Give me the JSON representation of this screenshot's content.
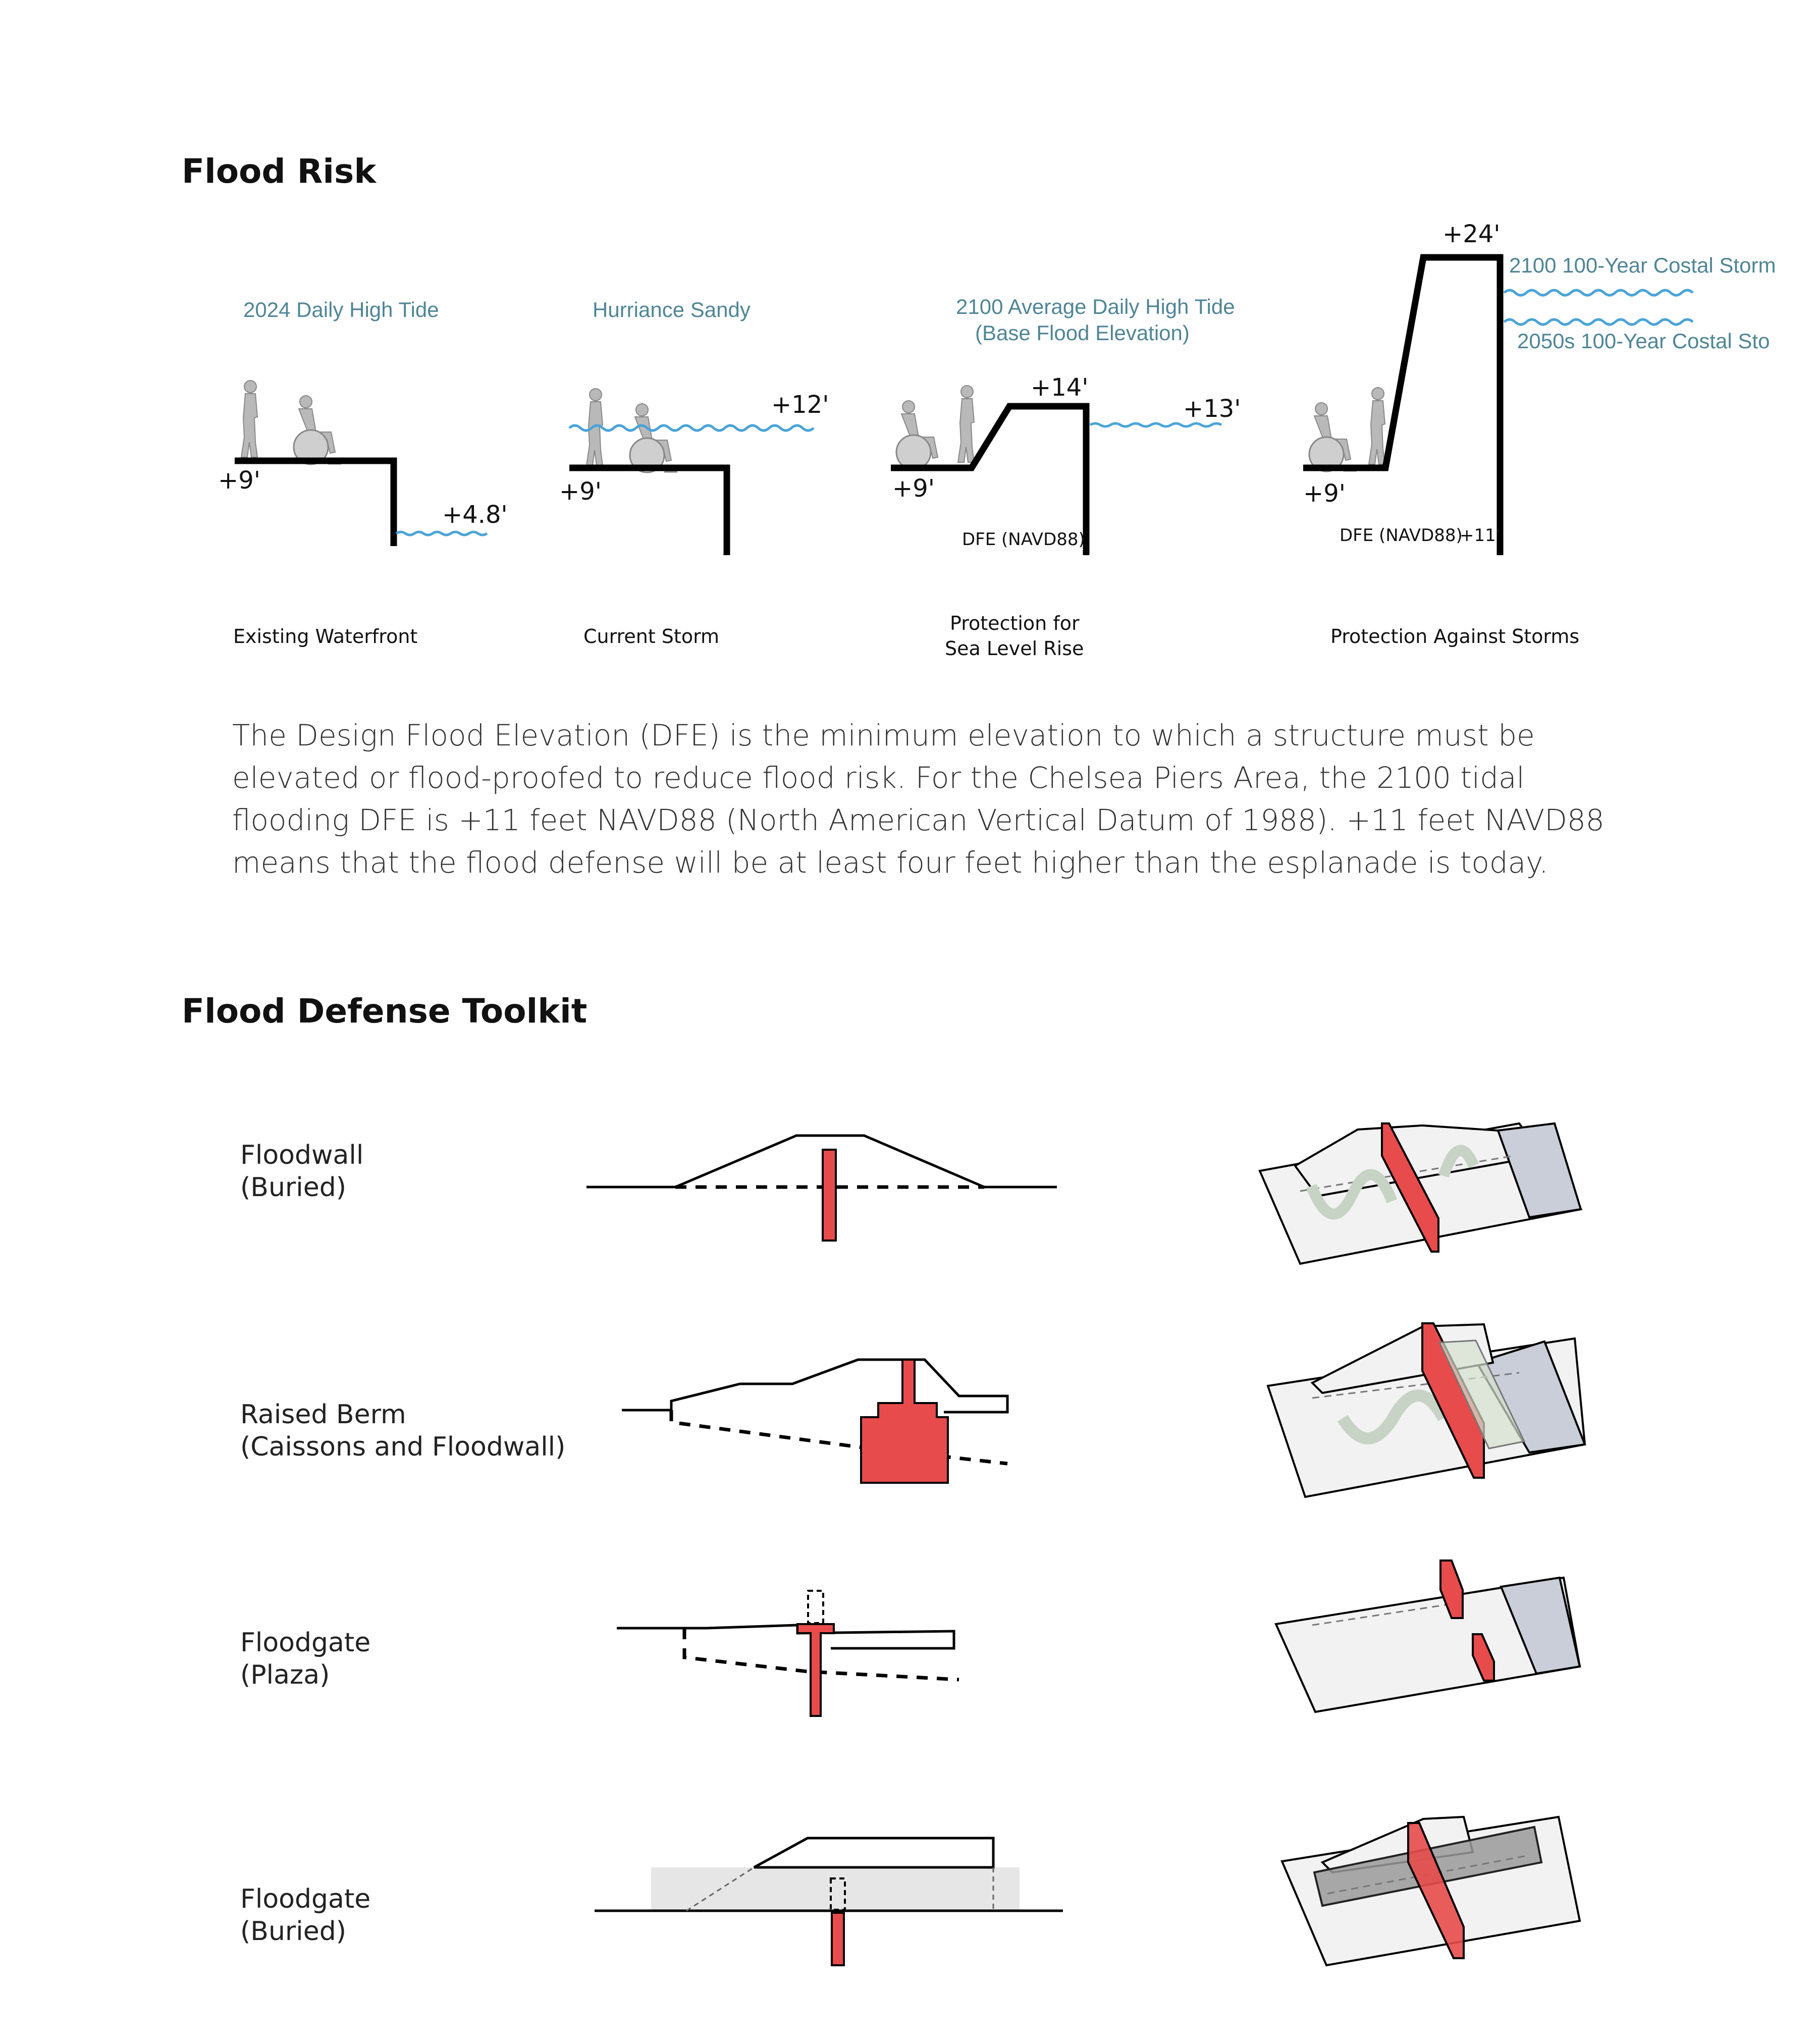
{
  "sections": {
    "flood_risk_title": "Flood Risk",
    "toolkit_title": "Flood Defense Toolkit"
  },
  "panels": [
    {
      "caption": "Existing Waterfront",
      "water_label": "2024 Daily High Tide",
      "elev_ground": "+9'",
      "elev_water": "+4.8'"
    },
    {
      "caption": "Current Storm",
      "water_label": "Hurriance Sandy",
      "elev_ground": "+9'",
      "elev_water": "+12'"
    },
    {
      "caption_line1": "Protection for",
      "caption_line2": "Sea Level Rise",
      "water_label_line1": "2100 Average Daily High Tide",
      "water_label_line2": "(Base Flood Elevation)",
      "elev_ground": "+9'",
      "elev_top": "+14'",
      "elev_water": "+13'",
      "dfe": "DFE (NAVD88)"
    },
    {
      "caption": "Protection Against Storms",
      "water_label_1": "2100 100-Year Costal Storm",
      "water_label_2": "2050s 100-Year Costal Sto",
      "elev_ground": "+9'",
      "elev_top": "+24'",
      "dfe": "DFE (NAVD88)",
      "dfe_value": "+11'"
    }
  ],
  "description": "The Design Flood Elevation (DFE) is the minimum elevation to which a structure must be elevated or flood-proofed to reduce flood risk. For the Chelsea Piers Area, the 2100 tidal flooding DFE is +11 feet NAVD88 (North American Vertical Datum of 1988). +11 feet NAVD88 means that the flood defense will be at least four feet higher than the esplanade is today.",
  "toolkit": [
    {
      "line1": "Floodwall",
      "line2": "(Buried)"
    },
    {
      "line1": "Raised Berm",
      "line2": "(Caissons and Floodwall)"
    },
    {
      "line1": "Floodgate",
      "line2": "(Plaza)"
    },
    {
      "line1": "Floodgate",
      "line2": "(Buried)"
    }
  ],
  "colors": {
    "water_label": "#4f8596",
    "water_line": "#4aa4d8",
    "barrier": "#e84b4b",
    "ink": "#000000"
  }
}
